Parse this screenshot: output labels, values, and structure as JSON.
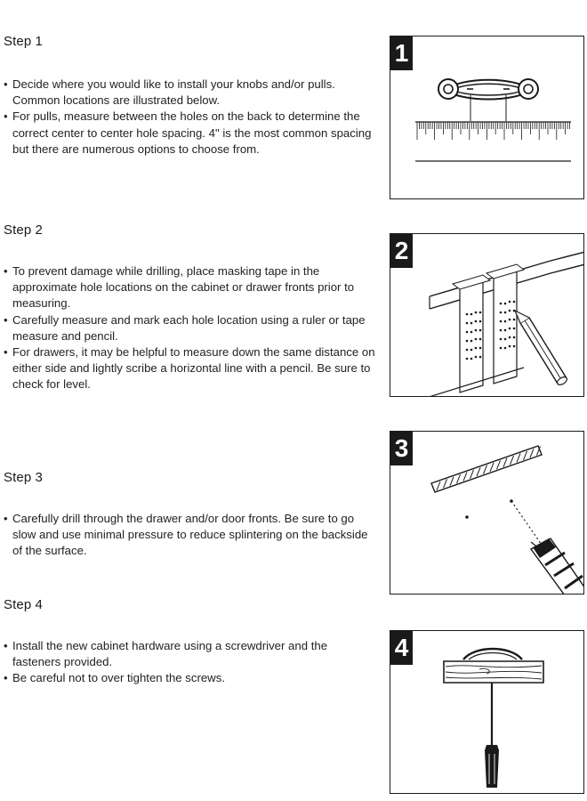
{
  "steps": [
    {
      "title": "Step 1",
      "number": "1",
      "bullets": [
        "Decide where you would like to install your knobs and/or pulls.  Common locations are illustrated below.",
        "For pulls, measure between the holes on the back to determine the correct center to center hole spacing.   4\" is the most common spacing but there are numerous options to choose from."
      ]
    },
    {
      "title": "Step 2",
      "number": "2",
      "bullets": [
        "To prevent damage while drilling, place masking tape in the approximate hole locations on the cabinet or drawer fronts prior to measuring.",
        "Carefully measure and mark each hole location using a ruler or tape measure and pencil.",
        "For drawers, it may be helpful to measure down the same distance on either side and lightly scribe a horizontal line with a pencil.  Be sure to check for level."
      ]
    },
    {
      "title": "Step 3",
      "number": "3",
      "bullets": [
        "Carefully drill through the drawer and/or door fronts.  Be sure to go slow and use minimal pressure to reduce splintering on the backside of the surface."
      ]
    },
    {
      "title": "Step 4",
      "number": "4",
      "bullets": [
        "Install the new cabinet hardware using a screwdriver and the fasteners provided.",
        "Be careful not to over tighten the screws."
      ]
    }
  ],
  "icons": [
    "pull-handle-ruler-icon",
    "masking-tape-pencil-icon",
    "drill-icon",
    "screwdriver-icon"
  ],
  "colors": {
    "ink": "#1a1a1a",
    "text": "#222222",
    "background": "#ffffff"
  }
}
